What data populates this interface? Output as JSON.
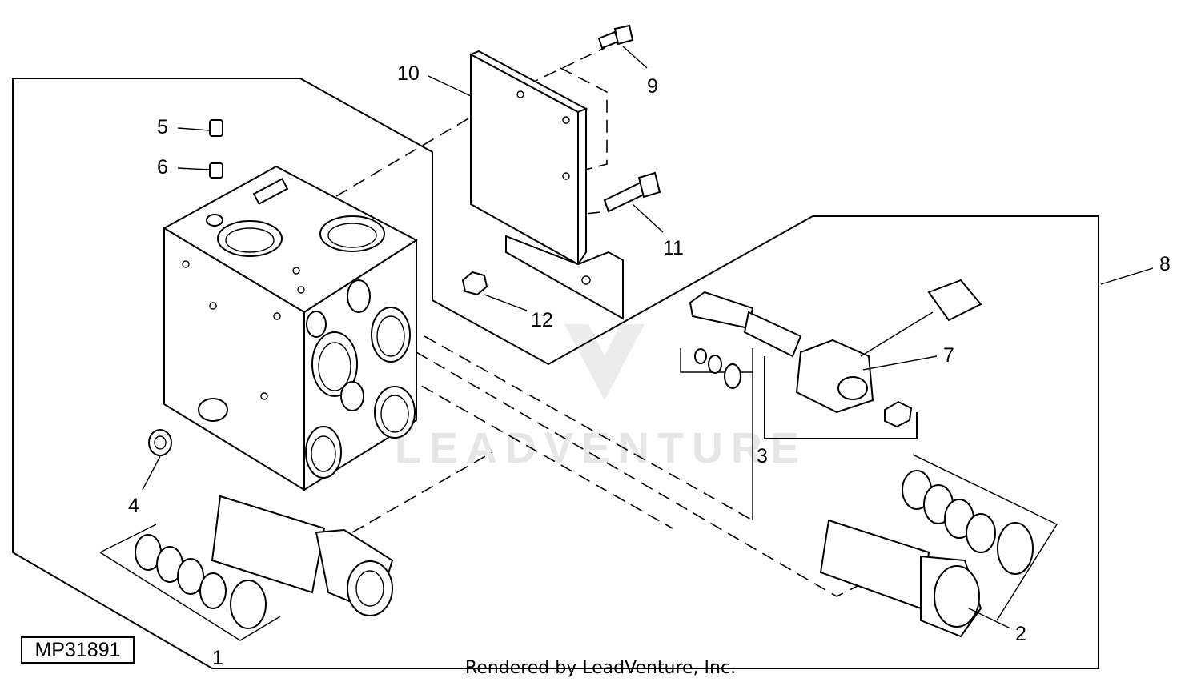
{
  "diagram": {
    "figure_id": "MP31891",
    "credit": "Rendered by LeadVenture, Inc.",
    "watermark": "LEADVENTURE",
    "callouts": [
      "1",
      "2",
      "3",
      "4",
      "5",
      "6",
      "7",
      "8",
      "9",
      "10",
      "11",
      "12"
    ]
  },
  "colors": {
    "line": "#000000",
    "background": "#ffffff",
    "watermark": "#e6e6e6"
  }
}
